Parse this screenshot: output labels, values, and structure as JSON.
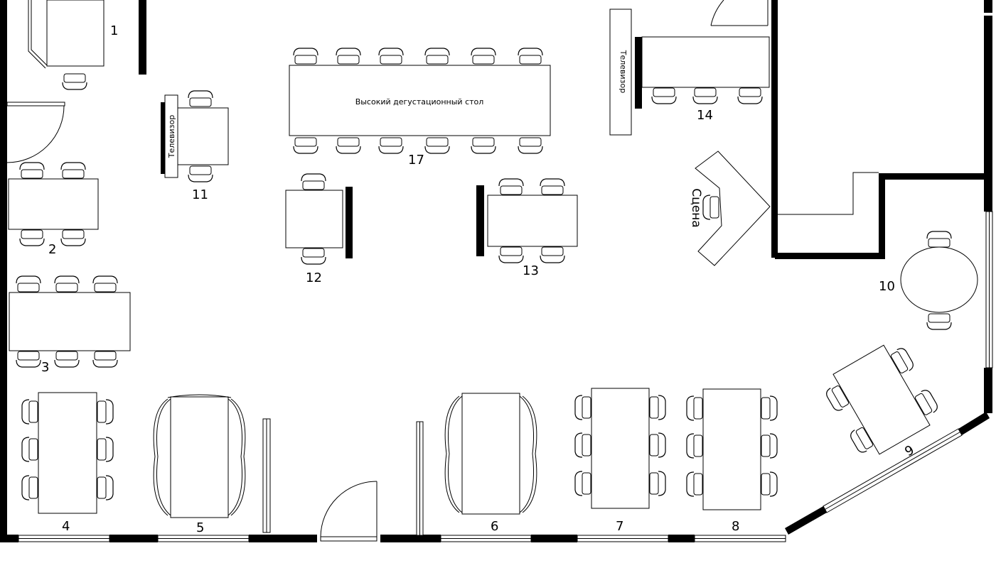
{
  "plan": {
    "table_numbers": {
      "t1": "1",
      "t2": "2",
      "t3": "3",
      "t4": "4",
      "t5": "5",
      "t6": "6",
      "t7": "7",
      "t8": "8",
      "t9": "9",
      "t10": "10",
      "t11": "11",
      "t12": "12",
      "t13": "13",
      "t14": "14",
      "t17": "17"
    },
    "labels": {
      "tasting_table": "Высокий дегустационный стол",
      "tv": "Телевизор",
      "stage": "Сцена"
    }
  }
}
